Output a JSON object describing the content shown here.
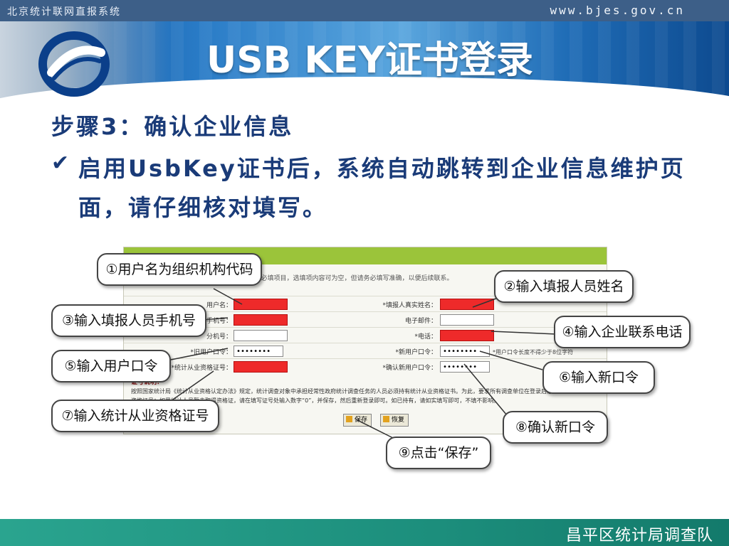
{
  "header": {
    "system_name": "北京统计联网直报系统",
    "site_url": "www.bjes.gov.cn",
    "title": "USB KEY证书登录"
  },
  "content": {
    "step_heading": "步骤3：确认企业信息",
    "description": "启用UsbKey证书后，系统自动跳转到企业信息维护页面，请仔细核对填写。",
    "check_icon": "check-mark-icon"
  },
  "form": {
    "notice": "带*为必填项目，选填项内容可为空，但请务必填写准确，以便后续联系。",
    "labels": {
      "username": "用户名：",
      "mobile": "*手机号：",
      "extension": "分机号：",
      "old_password": "*旧用户口令：",
      "cert_no": "*统计从业资格证号：",
      "real_name": "*填报人真实姓名：",
      "email": "电子邮件：",
      "phone": "*电话：",
      "new_password": "*新用户口令：",
      "confirm_password": "*确认新用户口令："
    },
    "values": {
      "old_password": "••••••••",
      "new_password": "••••••••",
      "confirm_password": "••••••••"
    },
    "password_hint": "*用户口令长度不得少于8位字符",
    "explanation_title": "证号说明：",
    "explanation": "按照国家统计局《统计从业资格认定办法》规定，统计调查对象中承担经常性政府统计调查任务的人员必须持有统计从业资格证书。为此，要求所有调查单位在登录后必须填写统计从业资格证号；如果统计人员暂未取得资格证，请在填写证号处输入数字“0”，并保存，然后重新登录即可。如已持有，请如实填写即可，不填不影响。",
    "save_label": "保存",
    "reset_label": "恢复"
  },
  "callouts": {
    "c1": "①用户名为组织机构代码",
    "c2": "②输入填报人员姓名",
    "c3": "③输入填报人员手机号",
    "c4": "④输入企业联系电话",
    "c5": "⑤输入用户口令",
    "c6": "⑥输入新口令",
    "c7": "⑦输入统计从业资格证号",
    "c8": "⑧确认新口令",
    "c9": "⑨点击“保存”"
  },
  "footer": {
    "org_name": "昌平区统计局调查队"
  },
  "colors": {
    "heading_blue": "#1a3b78",
    "required_field_red": "#ee2a2a",
    "form_header_green": "#9bc43a",
    "footer_teal": "#1c8e7c"
  }
}
